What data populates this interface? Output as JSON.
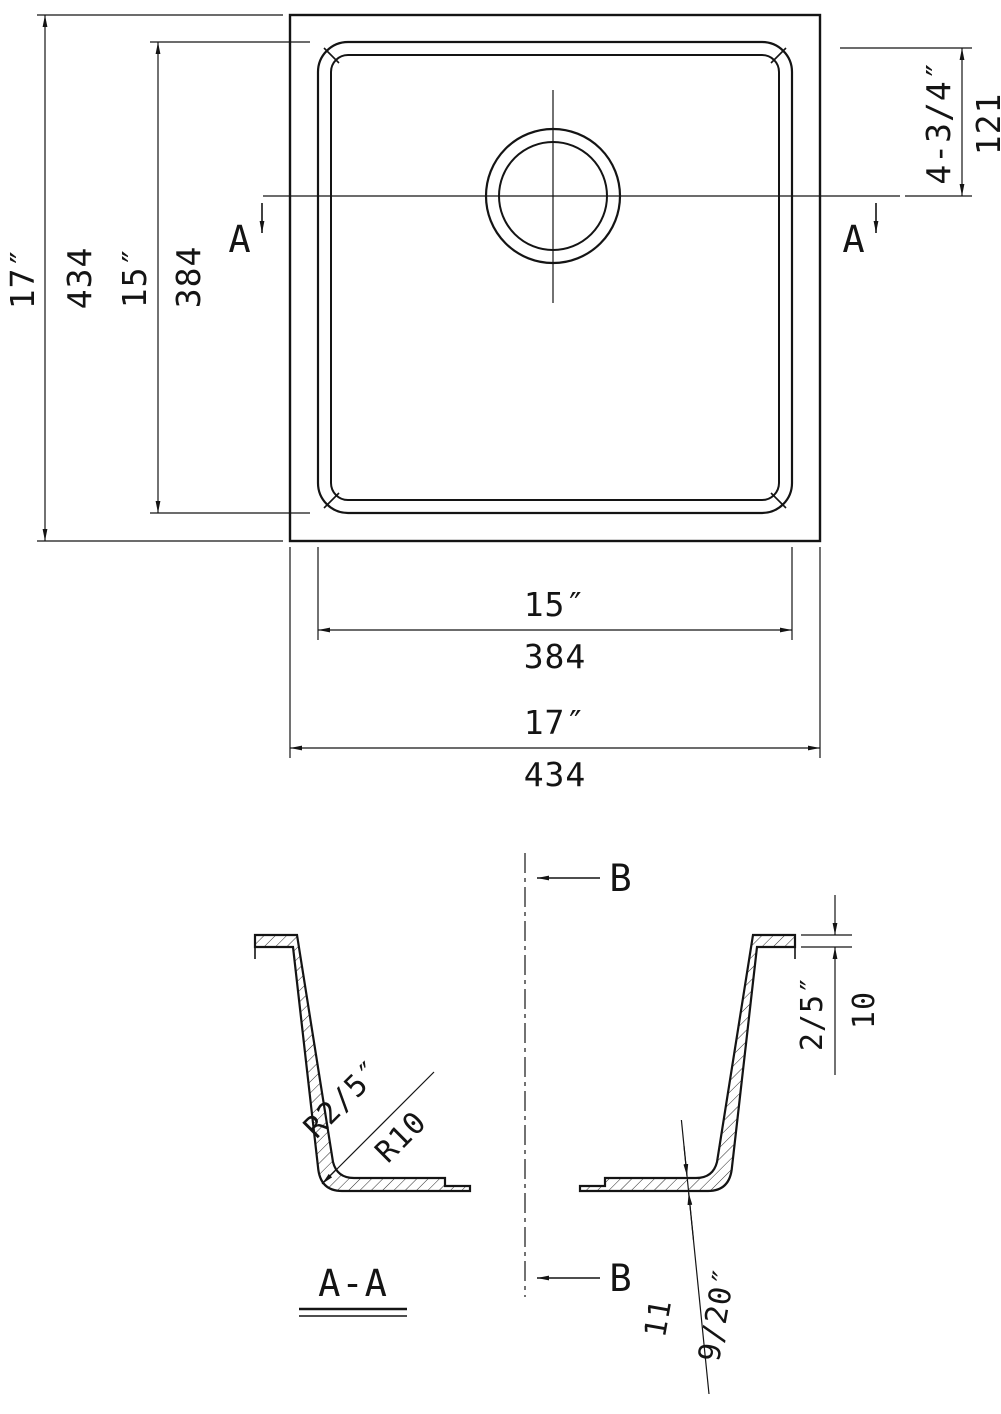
{
  "plan_view": {
    "overall_height": {
      "inches": "17″",
      "mm": "434"
    },
    "basin_height": {
      "inches": "15″",
      "mm": "384"
    },
    "drain_offset": {
      "inches": "4-3/4″",
      "mm": "121"
    },
    "basin_width": {
      "inches": "15″",
      "mm": "384"
    },
    "overall_width": {
      "inches": "17″",
      "mm": "434"
    },
    "section_marker": "A"
  },
  "section_view": {
    "label": "A-A",
    "plane_marker": "B",
    "rim_thickness": {
      "inches": "2/5″",
      "mm": "10"
    },
    "corner_radius": {
      "inches": "R2/5″",
      "mm": "R10"
    },
    "base_thickness": {
      "inches": "9/20″",
      "mm": "11"
    }
  }
}
